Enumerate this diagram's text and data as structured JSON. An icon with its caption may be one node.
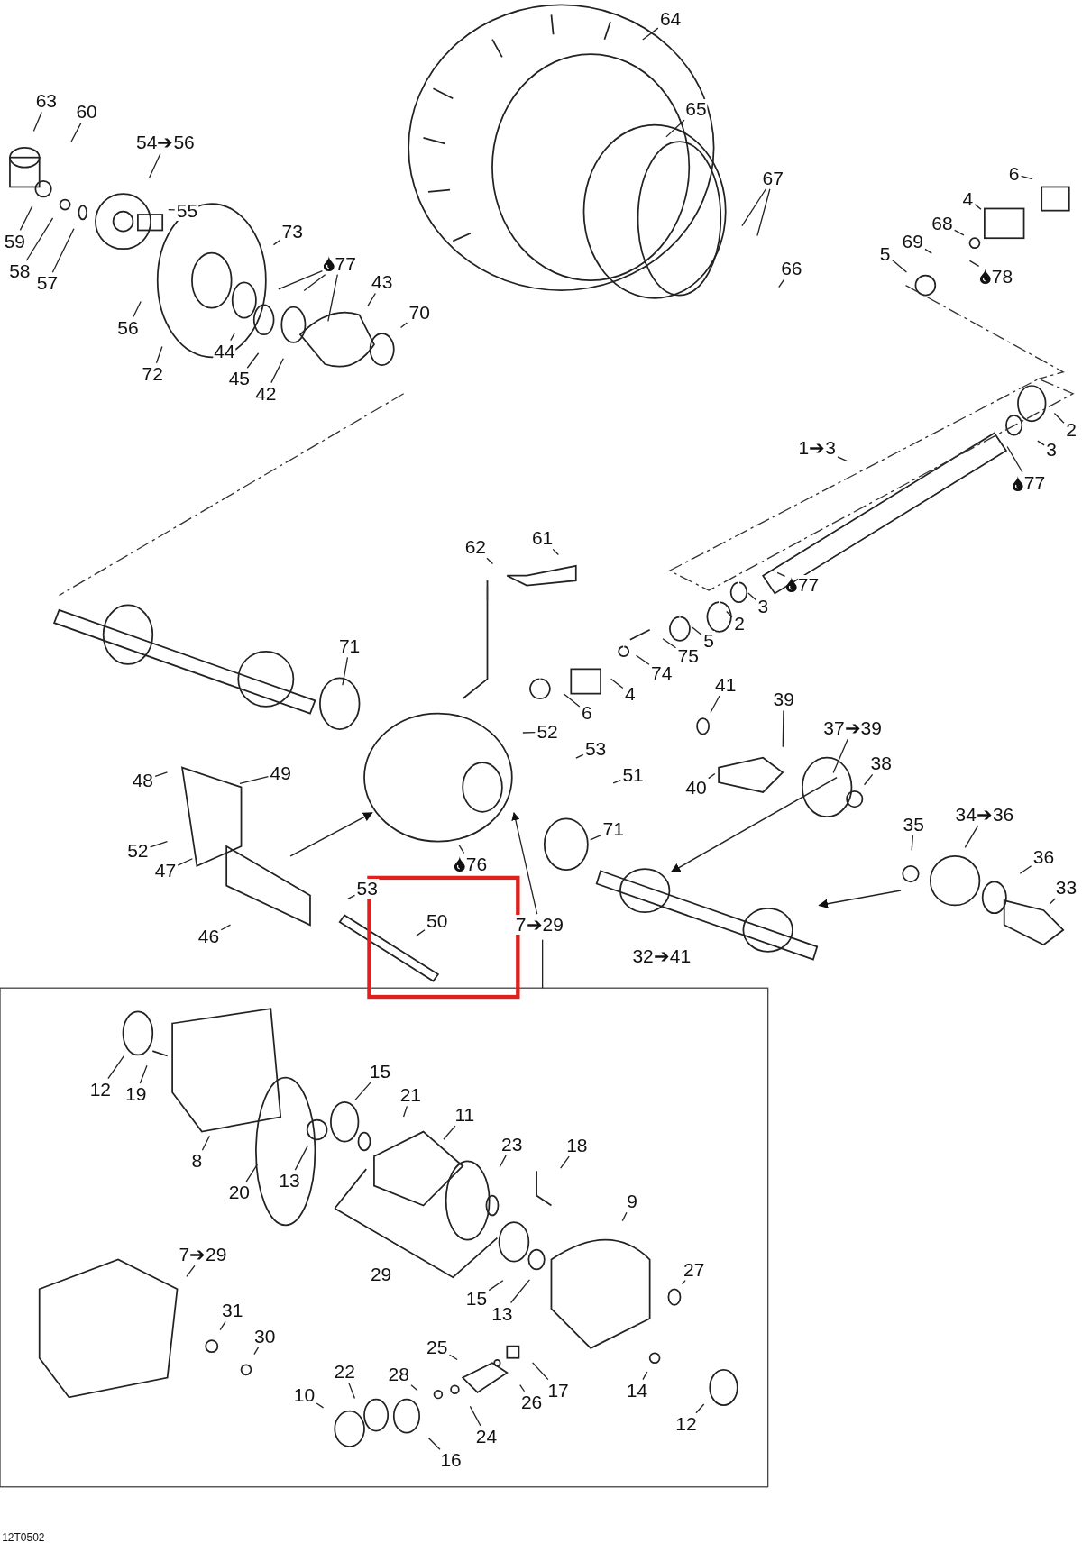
{
  "diagram": {
    "nodes": [
      {
        "text": [
          "63"
        ]
      },
      {
        "text": [
          "60"
        ]
      },
      {
        "text": [
          "54➔56"
        ]
      },
      {
        "text": [
          "59"
        ]
      },
      {
        "text": [
          "58"
        ]
      },
      {
        "text": [
          "57"
        ]
      },
      {
        "text": [
          "55"
        ]
      },
      {
        "text": [
          "73"
        ]
      },
      {
        "text": [
          "77"
        ]
      },
      {
        "text": [
          "56"
        ]
      },
      {
        "text": [
          "72"
        ]
      },
      {
        "text": [
          "44"
        ]
      },
      {
        "text": [
          "45"
        ]
      },
      {
        "text": [
          "42"
        ]
      },
      {
        "text": [
          "43"
        ]
      },
      {
        "text": [
          "70"
        ]
      },
      {
        "text": [
          "64"
        ]
      },
      {
        "text": [
          "65"
        ]
      },
      {
        "text": [
          "67"
        ]
      },
      {
        "text": [
          "66"
        ]
      },
      {
        "text": [
          "6"
        ]
      },
      {
        "text": [
          "4"
        ]
      },
      {
        "text": [
          "68"
        ]
      },
      {
        "text": [
          "69"
        ]
      },
      {
        "text": [
          "5"
        ]
      },
      {
        "text": [
          "78"
        ]
      },
      {
        "text": [
          "2"
        ]
      },
      {
        "text": [
          "3"
        ]
      },
      {
        "text": [
          "1➔3"
        ]
      },
      {
        "text": [
          "77"
        ]
      },
      {
        "text": [
          "62"
        ]
      },
      {
        "text": [
          "61"
        ]
      },
      {
        "text": [
          "77"
        ]
      },
      {
        "text": [
          "2"
        ]
      },
      {
        "text": [
          "3"
        ]
      },
      {
        "text": [
          "5"
        ]
      },
      {
        "text": [
          "75"
        ]
      },
      {
        "text": [
          "74"
        ]
      },
      {
        "text": [
          "4"
        ]
      },
      {
        "text": [
          "6"
        ]
      },
      {
        "text": [
          "71"
        ]
      },
      {
        "text": [
          "52"
        ]
      },
      {
        "text": [
          "53"
        ]
      },
      {
        "text": [
          "51"
        ]
      },
      {
        "text": [
          "48"
        ]
      },
      {
        "text": [
          "49"
        ]
      },
      {
        "text": [
          "52"
        ]
      },
      {
        "text": [
          "47"
        ]
      },
      {
        "text": [
          "46"
        ]
      },
      {
        "text": [
          "53"
        ]
      },
      {
        "text": [
          "76"
        ]
      },
      {
        "text": [
          "50"
        ]
      },
      {
        "text": [
          "7➔29"
        ]
      },
      {
        "text": [
          "71"
        ]
      },
      {
        "text": [
          "41"
        ]
      },
      {
        "text": [
          "39"
        ]
      },
      {
        "text": [
          "37➔39"
        ]
      },
      {
        "text": [
          "40"
        ]
      },
      {
        "text": [
          "38"
        ]
      },
      {
        "text": [
          "35"
        ]
      },
      {
        "text": [
          "34➔36"
        ]
      },
      {
        "text": [
          "36"
        ]
      },
      {
        "text": [
          "33"
        ]
      },
      {
        "text": [
          "12"
        ]
      },
      {
        "text": [
          "19"
        ]
      },
      {
        "text": [
          "15"
        ]
      },
      {
        "text": [
          "21"
        ]
      },
      {
        "text": [
          "11"
        ]
      },
      {
        "text": [
          "23"
        ]
      },
      {
        "text": [
          "18"
        ]
      },
      {
        "text": [
          "8"
        ]
      },
      {
        "text": [
          "20"
        ]
      },
      {
        "text": [
          "13"
        ]
      },
      {
        "text": [
          "9"
        ]
      },
      {
        "text": [
          "15"
        ]
      },
      {
        "text": [
          "13"
        ]
      },
      {
        "text": [
          "27"
        ]
      },
      {
        "text": [
          "7➔29"
        ]
      },
      {
        "text": [
          "31"
        ]
      },
      {
        "text": [
          "30"
        ]
      },
      {
        "text": [
          "25"
        ]
      },
      {
        "text": [
          "28"
        ]
      },
      {
        "text": [
          "22"
        ]
      },
      {
        "text": [
          "10"
        ]
      },
      {
        "text": [
          "26"
        ]
      },
      {
        "text": [
          "17"
        ]
      },
      {
        "text": [
          "14"
        ]
      },
      {
        "text": [
          "12"
        ]
      },
      {
        "text": [
          "24"
        ]
      },
      {
        "text": [
          "16"
        ]
      }
    ],
    "edges": [
      {
        "from": 0,
        "to": null,
        "arrow": "none"
      },
      {
        "from": 1,
        "to": null,
        "arrow": "none"
      },
      {
        "from": 2,
        "to": null,
        "arrow": "none"
      },
      {
        "from": 3,
        "to": null,
        "arrow": "none"
      },
      {
        "from": 4,
        "to": null,
        "arrow": "none"
      },
      {
        "from": 5,
        "to": null,
        "arrow": "none"
      },
      {
        "from": 6,
        "to": null,
        "arrow": "none"
      },
      {
        "from": 7,
        "to": null,
        "arrow": "none"
      },
      {
        "from": 8,
        "to": null,
        "arrow": "none"
      },
      {
        "from": 8,
        "to": null,
        "arrow": "none"
      },
      {
        "from": 8,
        "to": null,
        "arrow": "none"
      },
      {
        "from": 9,
        "to": null,
        "arrow": "none"
      },
      {
        "from": 10,
        "to": null,
        "arrow": "none"
      },
      {
        "from": 11,
        "to": null,
        "arrow": "none"
      },
      {
        "from": 12,
        "to": null,
        "arrow": "none"
      },
      {
        "from": 13,
        "to": null,
        "arrow": "none"
      },
      {
        "from": 14,
        "to": null,
        "arrow": "none"
      },
      {
        "from": 15,
        "to": null,
        "arrow": "none"
      },
      {
        "from": 16,
        "to": null,
        "arrow": "none"
      },
      {
        "from": 17,
        "to": null,
        "arrow": "none"
      },
      {
        "from": 18,
        "to": null,
        "arrow": "none"
      },
      {
        "from": 18,
        "to": null,
        "arrow": "none"
      },
      {
        "from": 19,
        "to": null,
        "arrow": "none"
      },
      {
        "from": 20,
        "to": null,
        "arrow": "none"
      },
      {
        "from": 21,
        "to": null,
        "arrow": "none"
      },
      {
        "from": 22,
        "to": null,
        "arrow": "none"
      },
      {
        "from": 23,
        "to": null,
        "arrow": "none"
      },
      {
        "from": 24,
        "to": null,
        "arrow": "none"
      },
      {
        "from": 25,
        "to": null,
        "arrow": "none"
      },
      {
        "from": 26,
        "to": null,
        "arrow": "none"
      },
      {
        "from": 27,
        "to": null,
        "arrow": "none"
      },
      {
        "from": 28,
        "to": null,
        "arrow": "none"
      },
      {
        "from": 29,
        "to": null,
        "arrow": "none"
      },
      {
        "from": 30,
        "to": null,
        "arrow": "none"
      },
      {
        "from": 31,
        "to": null,
        "arrow": "none"
      },
      {
        "from": 32,
        "to": null,
        "arrow": "none"
      },
      {
        "from": 33,
        "to": null,
        "arrow": "none"
      },
      {
        "from": 34,
        "to": null,
        "arrow": "none"
      },
      {
        "from": 35,
        "to": null,
        "arrow": "none"
      },
      {
        "from": 36,
        "to": null,
        "arrow": "none"
      },
      {
        "from": 37,
        "to": null,
        "arrow": "none"
      },
      {
        "from": 38,
        "to": null,
        "arrow": "none"
      },
      {
        "from": 39,
        "to": null,
        "arrow": "none"
      },
      {
        "from": 40,
        "to": null,
        "arrow": "none"
      },
      {
        "from": 41,
        "to": null,
        "arrow": "none"
      },
      {
        "from": 42,
        "to": null,
        "arrow": "none"
      },
      {
        "from": 43,
        "to": null,
        "arrow": "none"
      },
      {
        "from": 44,
        "to": null,
        "arrow": "none"
      },
      {
        "from": 45,
        "to": null,
        "arrow": "none"
      },
      {
        "from": 46,
        "to": null,
        "arrow": "none"
      },
      {
        "from": 47,
        "to": null,
        "arrow": "none"
      },
      {
        "from": 48,
        "to": null,
        "arrow": "none"
      },
      {
        "from": 49,
        "to": null,
        "arrow": "none"
      },
      {
        "from": 50,
        "to": null,
        "arrow": "none"
      },
      {
        "from": 51,
        "to": null,
        "arrow": "none"
      },
      {
        "from": 52,
        "to": null,
        "arrow": "to"
      },
      {
        "from": 53,
        "to": null,
        "arrow": "none"
      },
      {
        "from": 54,
        "to": null,
        "arrow": "none"
      },
      {
        "from": 55,
        "to": null,
        "arrow": "none"
      },
      {
        "from": 56,
        "to": null,
        "arrow": "none"
      },
      {
        "from": 57,
        "to": null,
        "arrow": "none"
      },
      {
        "from": 58,
        "to": null,
        "arrow": "none"
      },
      {
        "from": 59,
        "to": null,
        "arrow": "none"
      },
      {
        "from": 60,
        "to": null,
        "arrow": "none"
      },
      {
        "from": 61,
        "to": null,
        "arrow": "none"
      },
      {
        "from": 62,
        "to": null,
        "arrow": "none"
      },
      {
        "from": 63,
        "to": null,
        "arrow": "none"
      },
      {
        "from": 64,
        "to": null,
        "arrow": "none"
      },
      {
        "from": 65,
        "to": null,
        "arrow": "none"
      },
      {
        "from": 66,
        "to": null,
        "arrow": "none"
      },
      {
        "from": 67,
        "to": null,
        "arrow": "none"
      },
      {
        "from": 68,
        "to": null,
        "arrow": "none"
      },
      {
        "from": 69,
        "to": null,
        "arrow": "none"
      },
      {
        "from": 70,
        "to": null,
        "arrow": "none"
      },
      {
        "from": 71,
        "to": null,
        "arrow": "none"
      },
      {
        "from": 72,
        "to": null,
        "arrow": "none"
      },
      {
        "from": 73,
        "to": null,
        "arrow": "none"
      },
      {
        "from": 74,
        "to": null,
        "arrow": "none"
      },
      {
        "from": 75,
        "to": null,
        "arrow": "none"
      },
      {
        "from": 76,
        "to": null,
        "arrow": "none"
      },
      {
        "from": 77,
        "to": null,
        "arrow": "none"
      },
      {
        "from": 78,
        "to": null,
        "arrow": "none"
      },
      {
        "from": 79,
        "to": null,
        "arrow": "none"
      },
      {
        "from": 80,
        "to": null,
        "arrow": "none"
      },
      {
        "from": 81,
        "to": null,
        "arrow": "none"
      },
      {
        "from": 82,
        "to": null,
        "arrow": "none"
      },
      {
        "from": 83,
        "to": null,
        "arrow": "none"
      },
      {
        "from": 84,
        "to": null,
        "arrow": "none"
      },
      {
        "from": 85,
        "to": null,
        "arrow": "none"
      },
      {
        "from": 86,
        "to": null,
        "arrow": "none"
      },
      {
        "from": 87,
        "to": null,
        "arrow": "none"
      },
      {
        "from": 88,
        "to": null,
        "arrow": "none"
      },
      {
        "from": 89,
        "to": null,
        "arrow": "none"
      }
    ],
    "labels": [
      "32➔41",
      "29",
      "12T0502"
    ]
  }
}
